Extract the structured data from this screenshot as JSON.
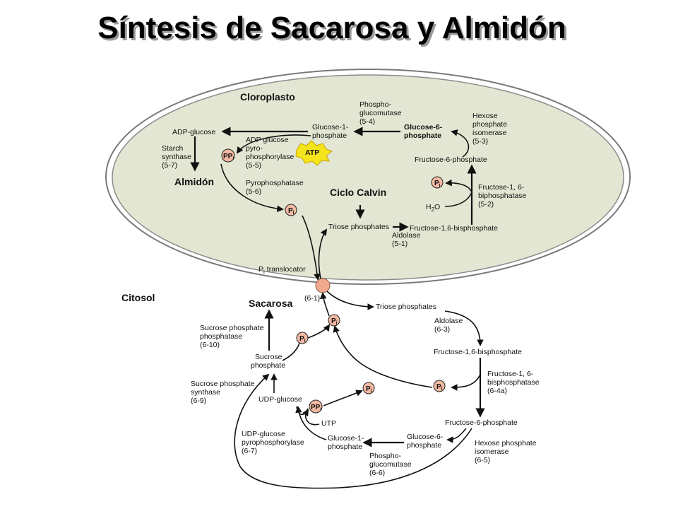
{
  "title": "Síntesis de Sacarosa y Almidón",
  "regions": {
    "chloroplast": "Cloroplasto",
    "cytosol": "Citosol",
    "starch": "Almidón",
    "sucrose": "Sacarosa",
    "calvin": "Ciclo Calvin"
  },
  "chloroplast_nodes": {
    "adp_glucose": "ADP-glucose",
    "starch_synthase_1": "Starch",
    "starch_synthase_2": "synthase",
    "starch_synthase_3": "(5-7)",
    "glc1p_1": "Glucose-1-",
    "glc1p_2": "phosphate",
    "adpglc_pp_1": "ADP glucose",
    "adpglc_pp_2": "pyro-",
    "adpglc_pp_3": "phosphorylase",
    "adpglc_pp_4": "(5-5)",
    "pyrophosphatase_1": "Pyrophosphatase",
    "pyrophosphatase_2": "(5-6)",
    "pgm_1": "Phospho-",
    "pgm_2": "glucomutase",
    "pgm_3": "(5-4)",
    "glc6p_1": "Glucose-6-",
    "glc6p_2": "phosphate",
    "hpi_1": "Hexose",
    "hpi_2": "phosphate",
    "hpi_3": "isomerase",
    "hpi_4": "(5-3)",
    "f6p": "Fructose-6-phosphate",
    "fbpase_1": "Fructose-1, 6-",
    "fbpase_2": "biphosphatase",
    "fbpase_3": "(5-2)",
    "h2o": "H",
    "h2o_sub": "2",
    "h2o_end": "O",
    "fbp": "Fructose-1,6-bisphosphate",
    "triose": "Triose phosphates",
    "aldolase_1": "Aldolase",
    "aldolase_2": "(5-1)",
    "atp": "ATP",
    "translocator": "translocator",
    "translocator_p": "P",
    "translocator_i": "i",
    "translocator_code": "(6-1)"
  },
  "cytosol_nodes": {
    "triose": "Triose phosphates",
    "aldolase_1": "Aldolase",
    "aldolase_2": "(6-3)",
    "fbp": "Fructose-1,6-bisphosphate",
    "fbpase_1": "Fructose-1, 6-",
    "fbpase_2": "bisphosphatase",
    "fbpase_3": "(6-4a)",
    "f6p": "Fructose-6-phosphate",
    "hpi_1": "Hexose phosphate",
    "hpi_2": "isomerase",
    "hpi_3": "(6-5)",
    "glc6p_1": "Glucose-6-",
    "glc6p_2": "phosphate",
    "pgm_1": "Phospho-",
    "pgm_2": "glucomutase",
    "pgm_3": "(6-6)",
    "glc1p_1": "Glucose-1-",
    "glc1p_2": "phosphate",
    "udpglc_pp_1": "UDP-glucose",
    "udpglc_pp_2": "pyrophosphorylase",
    "udpglc_pp_3": "(6-7)",
    "utp": "UTP",
    "udp_glucose": "UDP-glucose",
    "sps_1": "Sucrose phosphate",
    "sps_2": "synthase",
    "sps_3": "(6-9)",
    "suc_p_1": "Sucrose",
    "suc_p_2": "phosphate",
    "spp_1": "Sucrose phosphate",
    "spp_2": "phosphatase",
    "spp_3": "(6-10)"
  },
  "badges": {
    "pi_p": "P",
    "pi_i": "i",
    "ppi_p": "PP",
    "ppi_i": "i"
  },
  "colors": {
    "chloroplast_fill": "#e3e6d2",
    "chloroplast_border": "#777777",
    "pi_badge": "#f3b9a3",
    "atp_badge": "#f4e41c",
    "translocator": "#f0a98c"
  }
}
